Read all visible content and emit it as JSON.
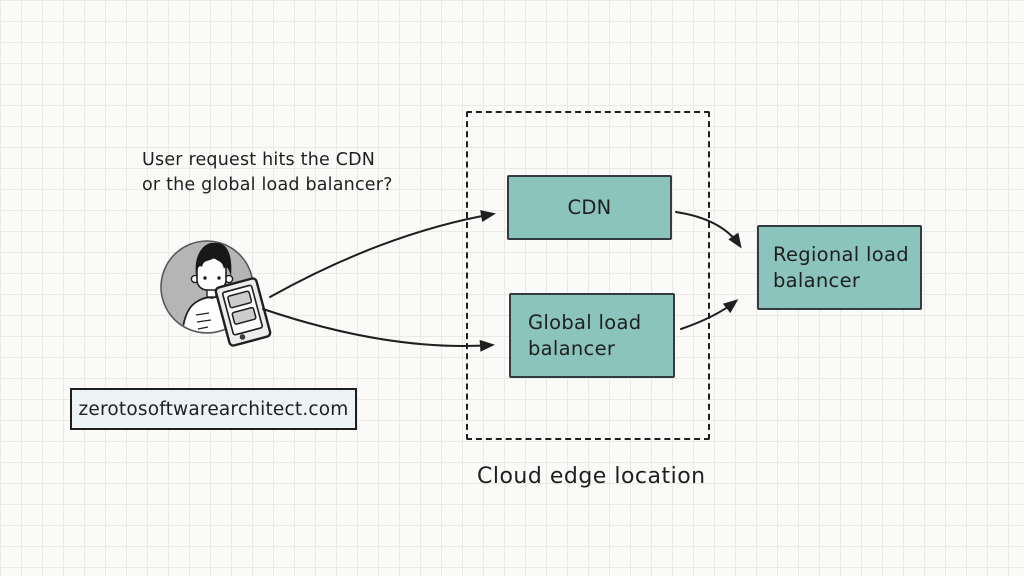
{
  "diagram": {
    "question_line1": "User request hits the CDN",
    "question_line2": "or the global load balancer?",
    "container_label": "Cloud edge location",
    "nodes": {
      "cdn": {
        "label": "CDN"
      },
      "global_lb": {
        "label": "Global load balancer"
      },
      "regional_lb": {
        "label": "Regional load balancer"
      }
    },
    "edges": [
      {
        "from": "user",
        "to": "cdn"
      },
      {
        "from": "user",
        "to": "global_lb"
      },
      {
        "from": "cdn",
        "to": "regional_lb"
      },
      {
        "from": "global_lb",
        "to": "regional_lb"
      }
    ],
    "watermark": "zerotosoftwarearchitect.com"
  },
  "icons": {
    "user_avatar": "person-holding-tablet",
    "device": "tablet-icon"
  },
  "colors": {
    "background": "#fafaf8",
    "grid_line": "#e9e9e6",
    "ink": "#1f1f1f",
    "node_fill": "#8ac4bd",
    "node_border": "#333a40",
    "watermark_fill": "#eef3f5",
    "avatar_circle": "#b5b5b5"
  }
}
